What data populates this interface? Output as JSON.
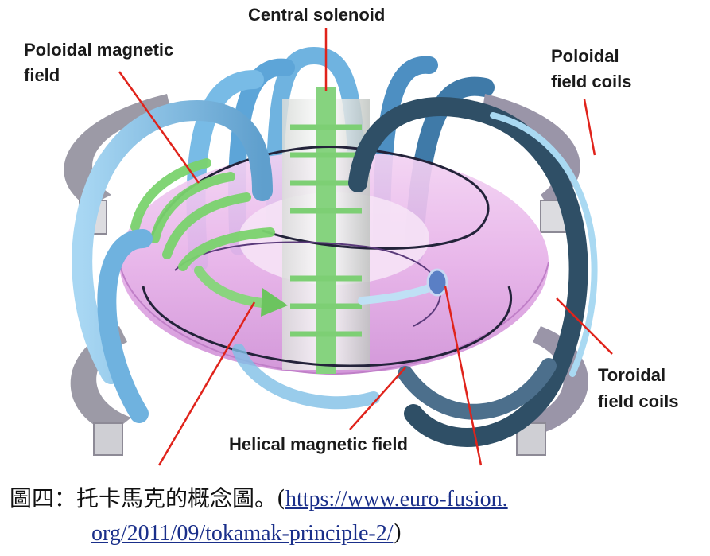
{
  "labels": {
    "central_solenoid": "Central solenoid",
    "poloidal_magnetic_field": [
      "Poloidal magnetic",
      "field"
    ],
    "poloidal_field_coils": [
      "Poloidal",
      "field coils"
    ],
    "toroidal_field_coils": [
      "Toroidal",
      "field coils"
    ],
    "helical_magnetic_field": "Helical magnetic field"
  },
  "caption": {
    "prefix": "圖四：托卡馬克的概念圖。(",
    "url_line1": "https://www.euro-fusion.",
    "url_line2": "org/2011/09/tokamak-principle-2/",
    "suffix": ")"
  },
  "colors": {
    "plasma": "#e9b8ec",
    "coil_light": "#8ec6ea",
    "coil_dark": "#2e4e66",
    "solenoid": "#8fd88a",
    "gray_coil": "#8d8a96",
    "pointer": "#e0231b"
  }
}
